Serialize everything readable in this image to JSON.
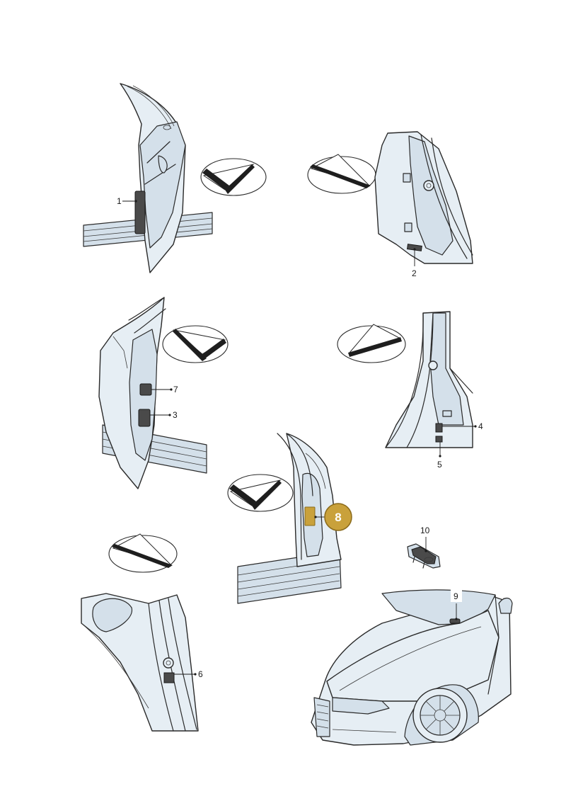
{
  "diagram": {
    "callouts": [
      {
        "id": "callout-1",
        "text": "1"
      },
      {
        "id": "callout-2",
        "text": "2"
      },
      {
        "id": "callout-3",
        "text": "3"
      },
      {
        "id": "callout-4",
        "text": "4"
      },
      {
        "id": "callout-5",
        "text": "5"
      },
      {
        "id": "callout-6",
        "text": "6"
      },
      {
        "id": "callout-7",
        "text": "7"
      },
      {
        "id": "callout-8",
        "text": "8",
        "highlighted": true
      },
      {
        "id": "callout-9",
        "text": "9"
      },
      {
        "id": "callout-10",
        "text": "10"
      }
    ],
    "colors": {
      "highlight_badge": "#c9a13b",
      "highlight_pad": "#c9a13b",
      "body_fill": "#e6eef4",
      "line": "#2a2a2a"
    },
    "icons": [
      "view-direction-symbol-icon",
      "car-body-pillar-illustration",
      "car-front-illustration",
      "sealing-plug-part-illustration"
    ]
  }
}
